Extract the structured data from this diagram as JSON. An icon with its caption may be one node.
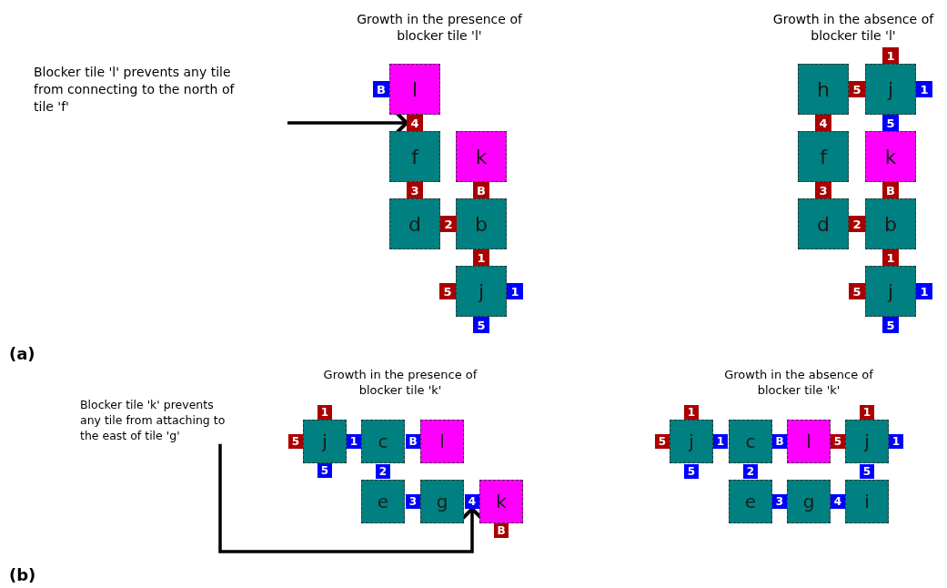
{
  "diagram": {
    "nodes": [
      {
        "text": [
          "Blocker tile 'l' prevents any tile from connecting to the north of tile 'f'"
        ]
      },
      {
        "text": [
          "l"
        ]
      },
      {
        "text": [
          "f"
        ]
      },
      {
        "text": [
          "k"
        ]
      },
      {
        "text": [
          "d"
        ]
      },
      {
        "text": [
          "b"
        ]
      },
      {
        "text": [
          "j"
        ]
      },
      {
        "text": [
          "B"
        ]
      },
      {
        "text": [
          "4"
        ]
      },
      {
        "text": [
          "3"
        ]
      },
      {
        "text": [
          "B"
        ]
      },
      {
        "text": [
          "2"
        ]
      },
      {
        "text": [
          "1"
        ]
      },
      {
        "text": [
          "5"
        ]
      },
      {
        "text": [
          "1"
        ]
      },
      {
        "text": [
          "5"
        ]
      },
      {
        "text": [
          "h"
        ]
      },
      {
        "text": [
          "j"
        ]
      },
      {
        "text": [
          "f"
        ]
      },
      {
        "text": [
          "k"
        ]
      },
      {
        "text": [
          "d"
        ]
      },
      {
        "text": [
          "b"
        ]
      },
      {
        "text": [
          "j"
        ]
      },
      {
        "text": [
          "1"
        ]
      },
      {
        "text": [
          "5"
        ]
      },
      {
        "text": [
          "1"
        ]
      },
      {
        "text": [
          "4"
        ]
      },
      {
        "text": [
          "5"
        ]
      },
      {
        "text": [
          "3"
        ]
      },
      {
        "text": [
          "B"
        ]
      },
      {
        "text": [
          "2"
        ]
      },
      {
        "text": [
          "1"
        ]
      },
      {
        "text": [
          "5"
        ]
      },
      {
        "text": [
          "1"
        ]
      },
      {
        "text": [
          "5"
        ]
      },
      {
        "text": [
          "Blocker tile 'k'  prevents any tile from attaching to the east of tile 'g'"
        ]
      },
      {
        "text": [
          "j"
        ]
      },
      {
        "text": [
          "c"
        ]
      },
      {
        "text": [
          "l"
        ]
      },
      {
        "text": [
          "e"
        ]
      },
      {
        "text": [
          "g"
        ]
      },
      {
        "text": [
          "k"
        ]
      },
      {
        "text": [
          "1"
        ]
      },
      {
        "text": [
          "5"
        ]
      },
      {
        "text": [
          "1"
        ]
      },
      {
        "text": [
          "B"
        ]
      },
      {
        "text": [
          "5"
        ]
      },
      {
        "text": [
          "2"
        ]
      },
      {
        "text": [
          "3"
        ]
      },
      {
        "text": [
          "4"
        ]
      },
      {
        "text": [
          "B"
        ]
      },
      {
        "text": [
          "j"
        ]
      },
      {
        "text": [
          "c"
        ]
      },
      {
        "text": [
          "l"
        ]
      },
      {
        "text": [
          "j"
        ]
      },
      {
        "text": [
          "e"
        ]
      },
      {
        "text": [
          "g"
        ]
      },
      {
        "text": [
          "i"
        ]
      },
      {
        "text": [
          "1"
        ]
      },
      {
        "text": [
          "5"
        ]
      },
      {
        "text": [
          "1"
        ]
      },
      {
        "text": [
          "B"
        ]
      },
      {
        "text": [
          "5"
        ]
      },
      {
        "text": [
          "1"
        ]
      },
      {
        "text": [
          "1"
        ]
      },
      {
        "text": [
          "5"
        ]
      },
      {
        "text": [
          "2"
        ]
      },
      {
        "text": [
          "5"
        ]
      },
      {
        "text": [
          "3"
        ]
      },
      {
        "text": [
          "4"
        ]
      }
    ],
    "edges": [
      {
        "from": 0,
        "to": 8,
        "arrow": "to"
      },
      {
        "from": 35,
        "to": 49,
        "arrow": "to"
      }
    ],
    "labels": [
      "Growth in the presence of blocker tile 'l'",
      "Growth in the absence of blocker tile 'l'",
      "(a)",
      "Growth in the presence of blocker tile 'k'",
      "Growth in the absence of blocker tile 'k'",
      "(b)"
    ]
  }
}
